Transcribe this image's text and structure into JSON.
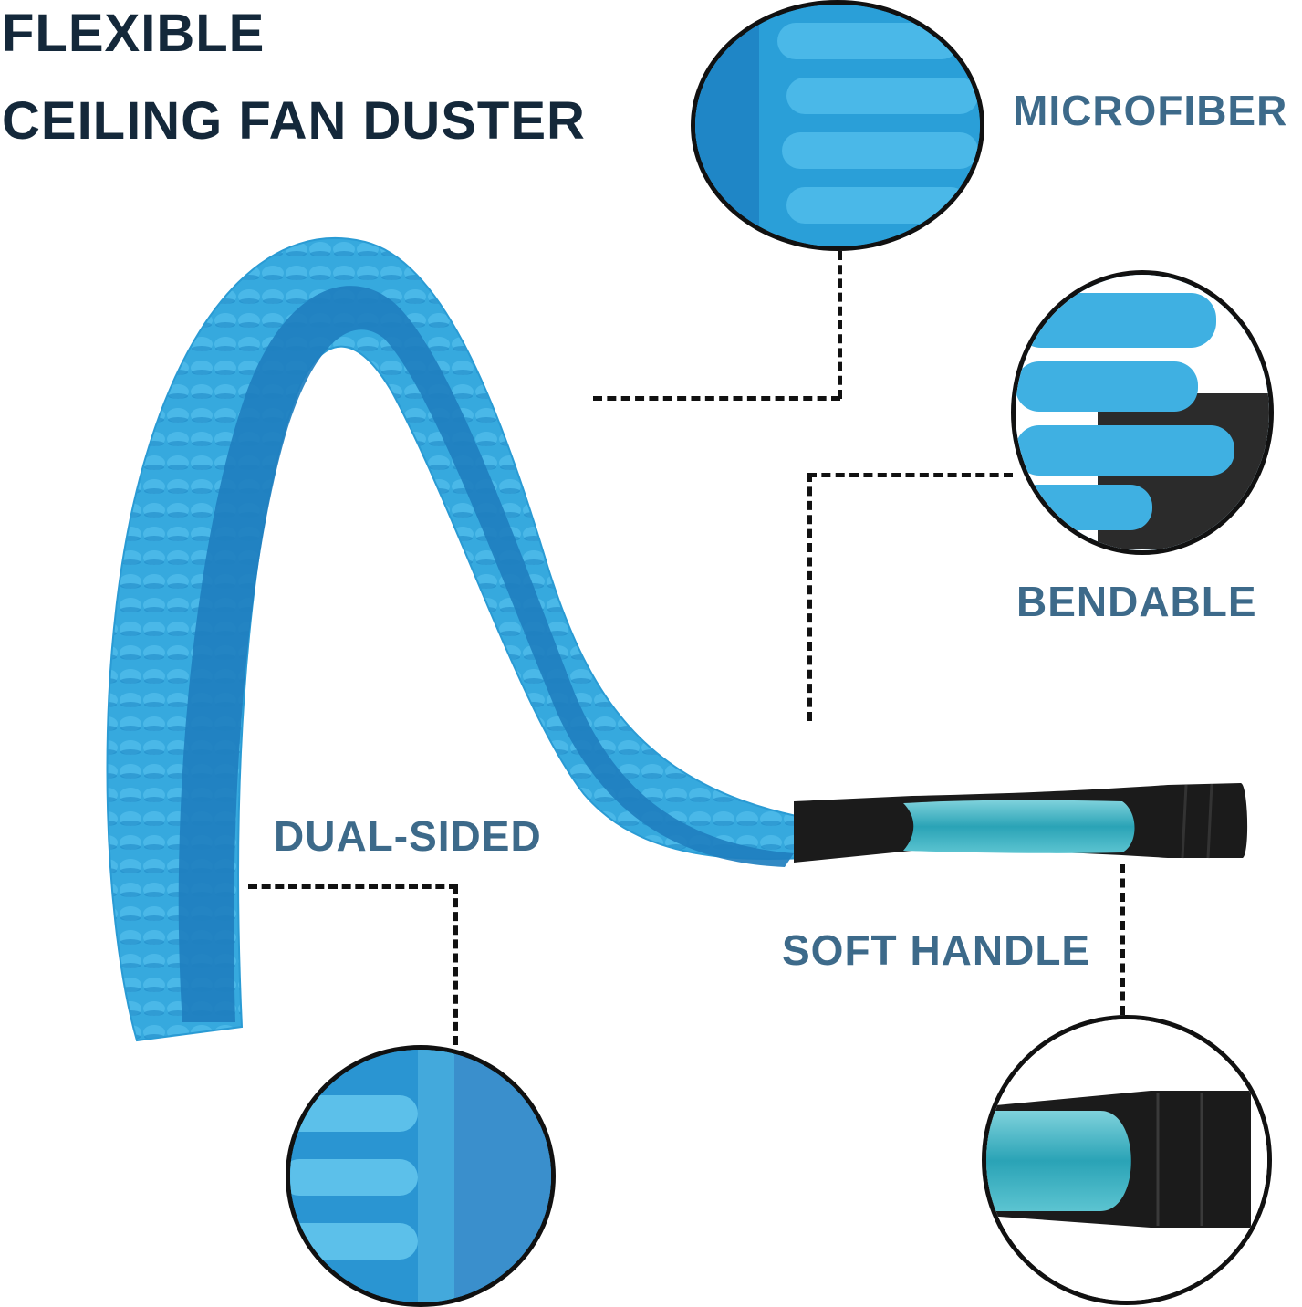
{
  "title": {
    "line1": "FLEXIBLE",
    "line2": "CEILING FAN DUSTER"
  },
  "features": {
    "microfiber": {
      "label": "MICROFIBER"
    },
    "bendable": {
      "label": "BENDABLE"
    },
    "dual_sided": {
      "label": "DUAL-SIDED"
    },
    "soft_handle": {
      "label": "SOFT HANDLE"
    }
  },
  "colors": {
    "title": "#14283a",
    "label": "#3d6a8a",
    "microfiber_light": "#3fb0e2",
    "microfiber_dark": "#1f7fbf",
    "handle_teal": "#3fb5c6",
    "handle_black": "#1b1b1b",
    "connector": "#111111"
  }
}
